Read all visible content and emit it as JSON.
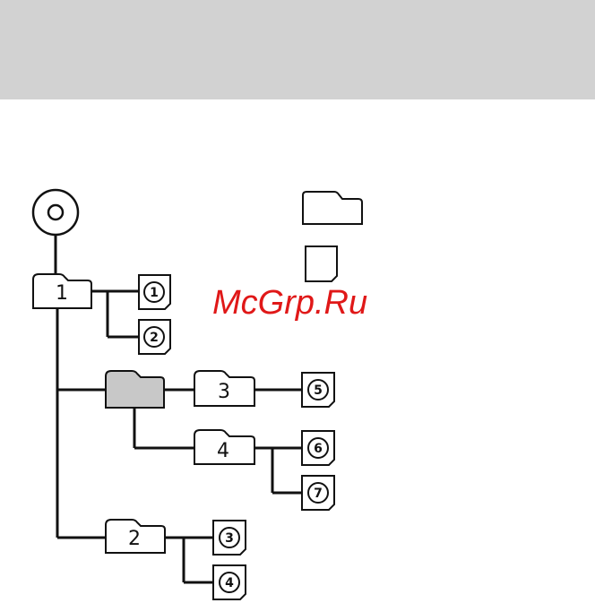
{
  "watermark": "McGrp.Ru",
  "folders": {
    "f1": "1",
    "f2": "2",
    "f3": "3",
    "f4": "4"
  },
  "tracks": {
    "t1": "1",
    "t2": "2",
    "t3": "3",
    "t4": "4",
    "t5": "5",
    "t6": "6",
    "t7": "7"
  },
  "legend": {
    "folder_icon": "folder-icon",
    "file_icon": "file-icon"
  },
  "colors": {
    "highlighted_folder": "#c8c8c8",
    "header_band": "#d2d2d2",
    "watermark": "#e01818"
  }
}
